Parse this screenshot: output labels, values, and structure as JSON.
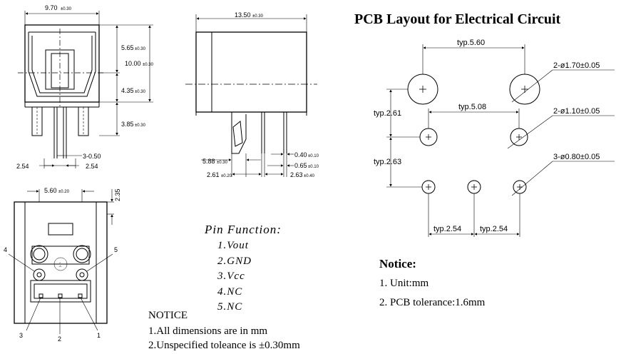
{
  "pcb_layout": {
    "title": "PCB Layout for Electrical Circuit",
    "dims": {
      "typ_560": "typ.5.60",
      "typ_508": "typ.5.08",
      "typ_261": "typ.2.61",
      "typ_263": "typ.2.63",
      "typ_254_a": "typ.2.54",
      "typ_254_b": "typ.2.54",
      "hole_170": "2-ø1.70±0.05",
      "hole_110": "2-ø1.10±0.05",
      "hole_080": "3-ø0.80±0.05"
    }
  },
  "notice_right": {
    "heading": "Notice:",
    "items": [
      "1.  Unit:mm",
      "2.  PCB tolerance:1.6mm"
    ]
  },
  "front_view": {
    "width": "9.70",
    "width_tol": "±0.30",
    "h_565": "5.65",
    "h_565_tol": "±0.30",
    "h_1000": "10.00",
    "h_1000_tol": "±0.30",
    "h_435": "4.35",
    "h_435_tol": "±0.30",
    "h_385": "3.85",
    "h_385_tol": "±0.30",
    "pin_050": "3-0.50",
    "pitch_a": "2.54",
    "pitch_b": "2.54"
  },
  "side_view": {
    "length": "13.50",
    "length_tol": "±0.30",
    "d_588": "5.88",
    "d_588_tol": "±0.30",
    "d_261": "2.61",
    "d_261_tol": "±0.20",
    "d_040": "0.40",
    "d_040_tol": "±0.10",
    "d_065": "0.65",
    "d_065_tol": "±0.10",
    "d_263": "2.63",
    "d_263_tol": "±0.40"
  },
  "bottom_view": {
    "spacing": "5.60",
    "spacing_tol": "±0.20",
    "offset": "2.35",
    "pins": [
      "1",
      "2",
      "3",
      "4",
      "5"
    ]
  },
  "pin_function": {
    "title": "Pin Function:",
    "items": [
      "1.Vout",
      "2.GND",
      "3.Vcc",
      "4.NC",
      "5.NC"
    ]
  },
  "notice_left": {
    "heading": "NOTICE",
    "items": [
      "1.All dimensions are in mm",
      "2.Unspecified toleance is ±0.30mm"
    ]
  }
}
